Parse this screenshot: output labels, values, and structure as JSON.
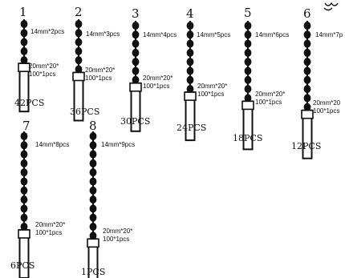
{
  "items": [
    {
      "number": "1",
      "bead_label": "14mm*2pcs",
      "tube_label_1": "20mm*20*",
      "tube_label_2": "100*1pcs",
      "quantity": "42PCS",
      "bead_count": 5
    },
    {
      "number": "2",
      "bead_label": "14mm*3pcs",
      "tube_label_1": "20mm*20*",
      "tube_label_2": "100*1pcs",
      "quantity": "36PCS",
      "bead_count": 6
    },
    {
      "number": "3",
      "bead_label": "14mm*4pcs",
      "tube_label_1": "20mm*20*",
      "tube_label_2": "100*1pcs",
      "quantity": "30PCS",
      "bead_count": 7
    },
    {
      "number": "4",
      "bead_label": "14mm*5pcs",
      "tube_label_1": "20mm*20*",
      "tube_label_2": "100*1pcs",
      "quantity": "24PCS",
      "bead_count": 8
    },
    {
      "number": "5",
      "bead_label": "14mm*6pcs",
      "tube_label_1": "20mm*20*",
      "tube_label_2": "100*1pcs",
      "quantity": "18PCS",
      "bead_count": 9
    },
    {
      "number": "6",
      "bead_label": "14mm*7p",
      "tube_label_1": "20mm*20",
      "tube_label_2": "100*1pcs",
      "quantity": "12PCS",
      "bead_count": 10
    },
    {
      "number": "7",
      "bead_label": "14mm*8pcs",
      "tube_label_1": "20mm*20*",
      "tube_label_2": "100*1pcs",
      "quantity": "6PCS",
      "bead_count": 11
    },
    {
      "number": "8",
      "bead_label": "14mm*9pcs",
      "tube_label_1": "20mm*20*",
      "tube_label_2": "100*1pcs",
      "quantity": "1PCS",
      "bead_count": 12
    }
  ],
  "colors": {
    "ink": "#111111",
    "background": "#ffffff"
  }
}
